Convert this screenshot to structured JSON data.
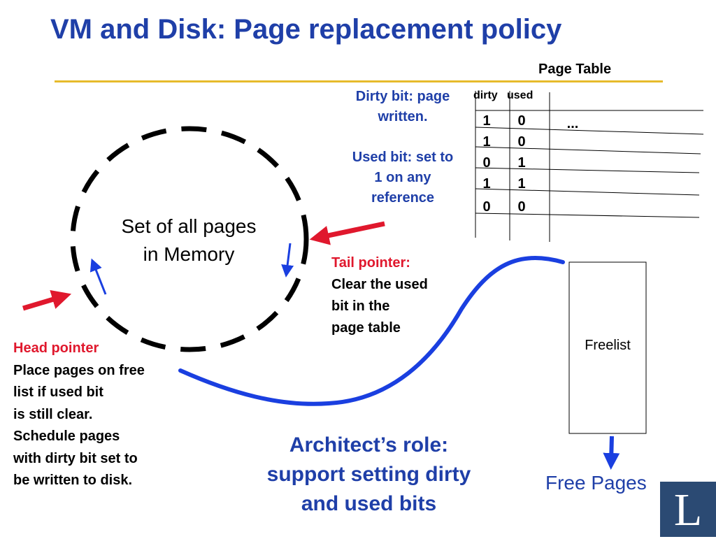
{
  "slide": {
    "title": "VM and Disk: Page replacement policy",
    "page_table": {
      "heading": "Page Table",
      "col_dirty": "dirty",
      "col_used": "used",
      "ellipsis": "...",
      "rows": [
        {
          "dirty": "1",
          "used": "0"
        },
        {
          "dirty": "1",
          "used": "0"
        },
        {
          "dirty": "0",
          "used": "1"
        },
        {
          "dirty": "1",
          "used": "1"
        },
        {
          "dirty": "0",
          "used": "0"
        }
      ]
    },
    "dirty_note": [
      "Dirty bit: page",
      "written."
    ],
    "used_note": [
      "Used bit: set to",
      "1 on any",
      "reference"
    ],
    "memory_label": [
      "Set of all pages",
      "in Memory"
    ],
    "tail_note": {
      "heading": "Tail pointer:",
      "lines": [
        "Clear the used",
        "bit in the",
        "page table"
      ]
    },
    "head_note": {
      "heading": "Head pointer",
      "lines": [
        "Place pages on free",
        "list if used bit",
        "is still clear.",
        "Schedule pages",
        "with dirty bit set to",
        "be written to disk."
      ]
    },
    "freelist_label": "Freelist",
    "free_pages_label": "Free Pages",
    "architect_note": [
      "Architect’s role:",
      "support setting dirty",
      "and used bits"
    ],
    "logo_letter": "L",
    "colors": {
      "title": "#1f3fa8",
      "title_rule": "#e6bb2c",
      "pointer_red": "#e0182d",
      "connector_blue": "#1a3fe0",
      "logo_bg": "#2b4a73"
    }
  }
}
